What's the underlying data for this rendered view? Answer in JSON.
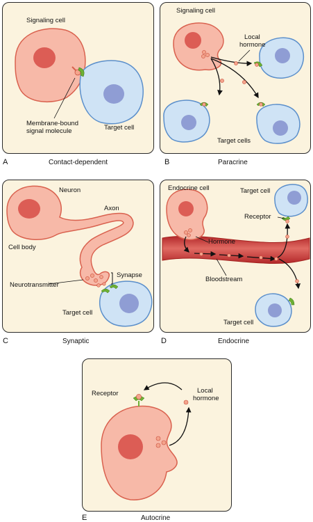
{
  "panels": {
    "a": {
      "letter": "A",
      "caption": "Contact-dependent",
      "signaling_cell": "Signaling cell",
      "signal_molecule_line1": "Membrane-bound",
      "signal_molecule_line2": "signal molecule",
      "target_cell": "Target cell"
    },
    "b": {
      "letter": "B",
      "caption": "Paracrine",
      "signaling_cell": "Signaling cell",
      "local_line1": "Local",
      "local_line2": "hormone",
      "target_cells": "Target cells"
    },
    "c": {
      "letter": "C",
      "caption": "Synaptic",
      "neuron": "Neuron",
      "axon": "Axon",
      "cell_body": "Cell body",
      "synapse": "Synapse",
      "neurotransmitter": "Neurotransmitter",
      "target_cell": "Target cell"
    },
    "d": {
      "letter": "D",
      "caption": "Endocrine",
      "endocrine_cell": "Endocrine cell",
      "hormone": "Hormone",
      "target_cell_top": "Target cell",
      "receptor": "Receptor",
      "bloodstream": "Bloodstream",
      "target_cell_bottom": "Target cell"
    },
    "e": {
      "letter": "E",
      "caption": "Autocrine",
      "receptor": "Receptor",
      "local_line1": "Local",
      "local_line2": "hormone"
    }
  },
  "colors": {
    "panel_bg": "#fbf3de",
    "signaling_cell_fill": "#f7b9a8",
    "signaling_cell_stroke": "#d9614e",
    "nucleus_red": "#dc5d55",
    "target_cell_fill": "#cfe3f5",
    "target_cell_stroke": "#5b8fcb",
    "nucleus_blue": "#8f9dd4",
    "receptor_green": "#6db033",
    "vessel_red": "#c9302c"
  }
}
